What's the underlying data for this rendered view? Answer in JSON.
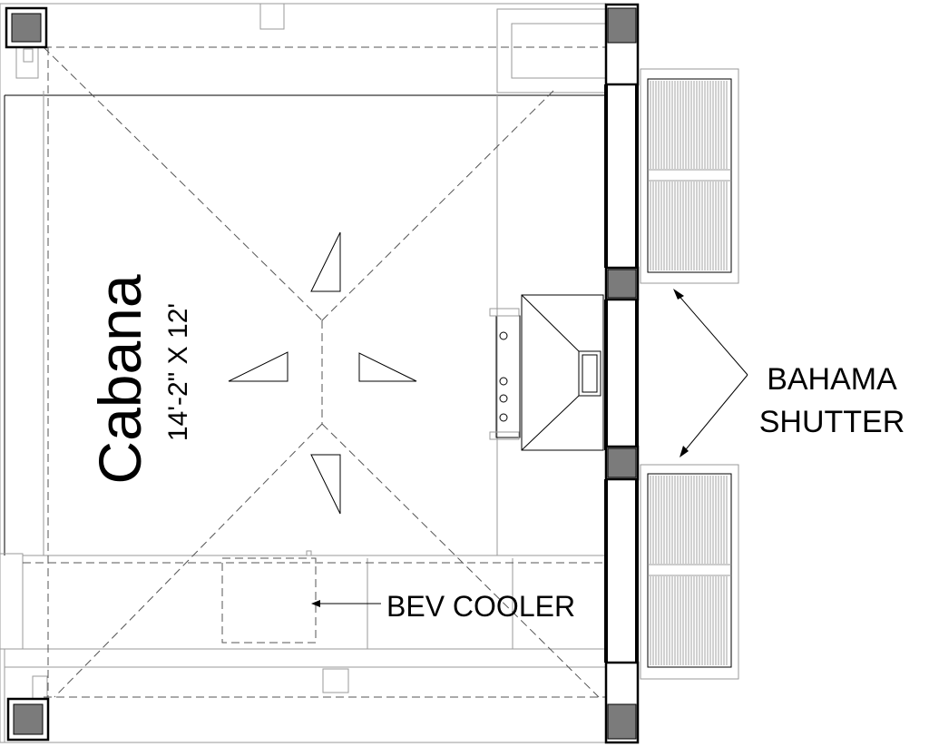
{
  "room": {
    "name": "Cabana",
    "dimensions": "14'-2\" X 12'"
  },
  "callouts": {
    "shutter_line1": "BAHAMA",
    "shutter_line2": "SHUTTER",
    "cooler": "BEV COOLER"
  },
  "colors": {
    "line": "#000000",
    "post_fill": "#7b7b7b",
    "background": "#ffffff"
  }
}
